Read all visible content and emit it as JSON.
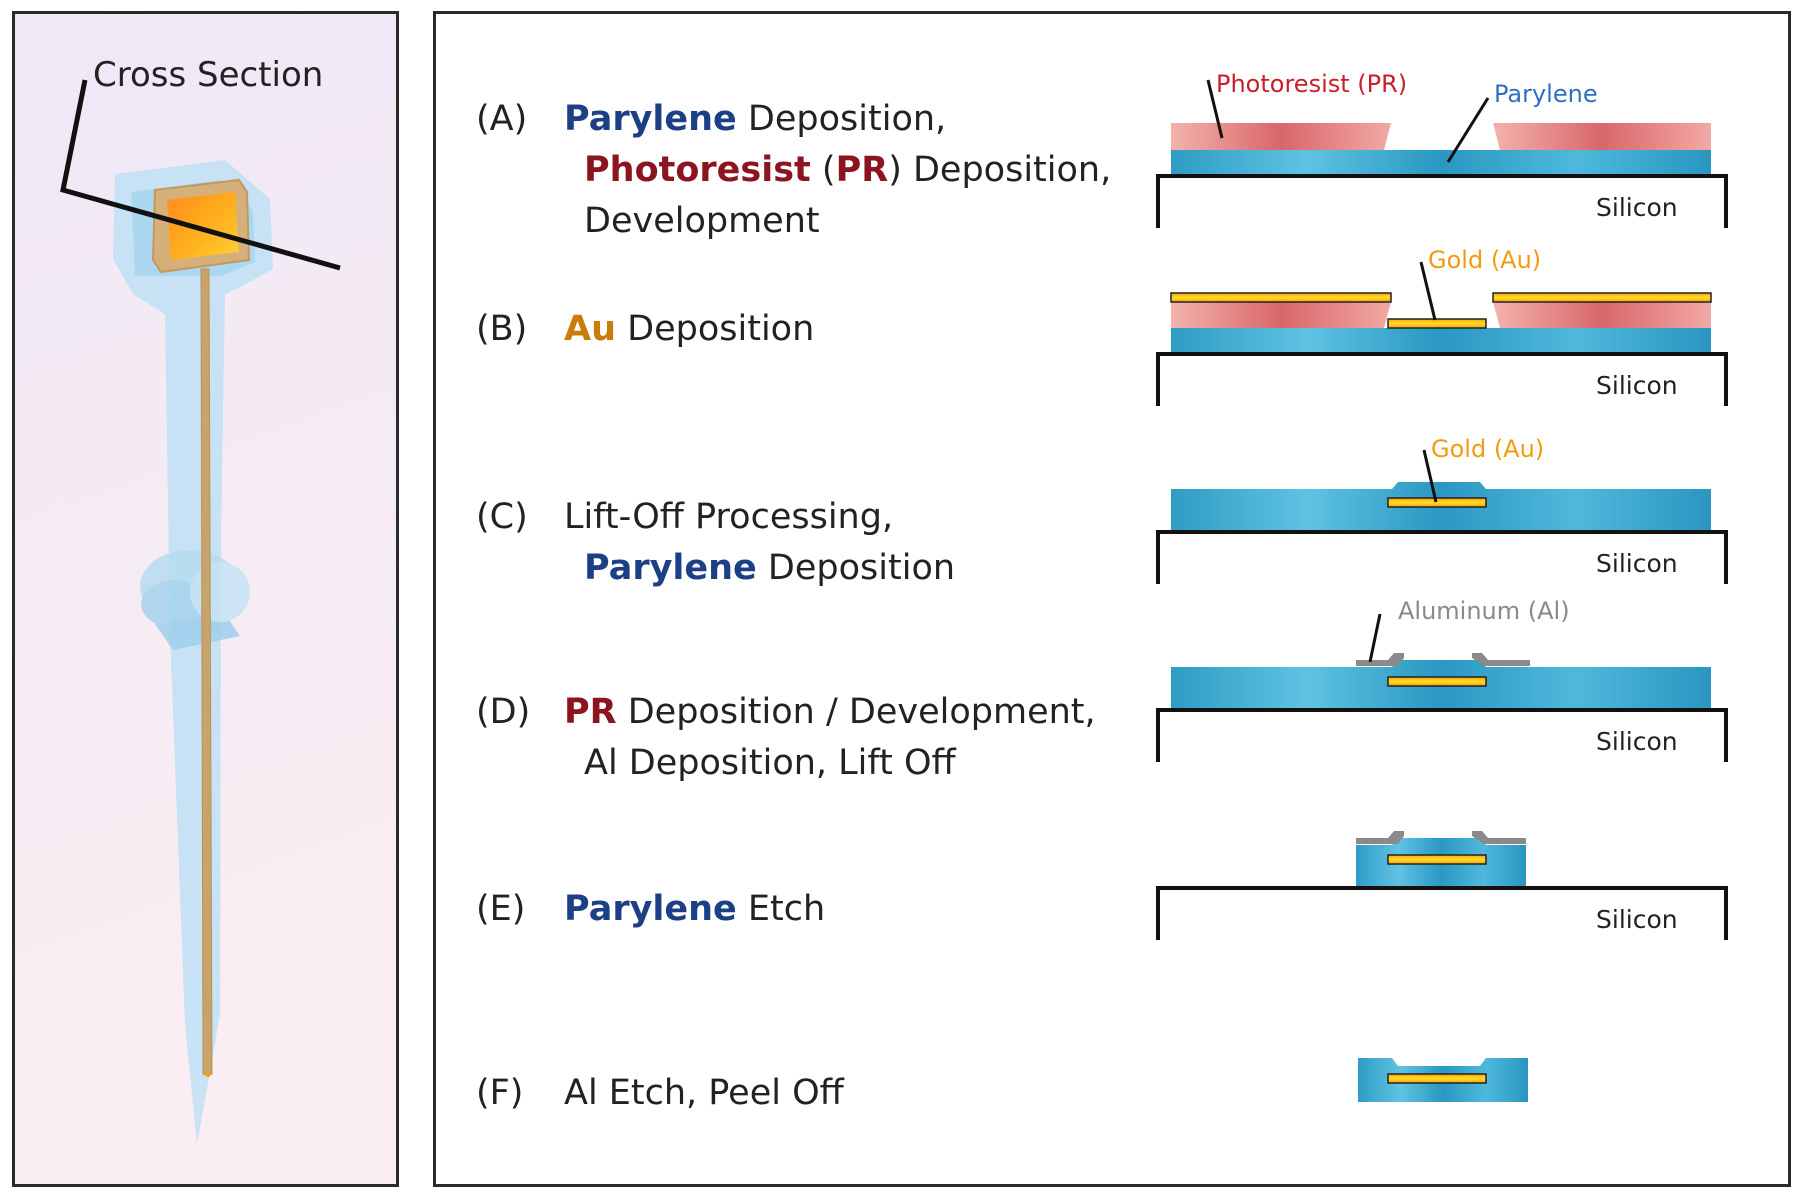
{
  "probe": {
    "cross_section_label": "Cross Section"
  },
  "steps": [
    {
      "letter": "(A)",
      "lines": [
        [
          {
            "text": "Parylene",
            "style": "par"
          },
          {
            "text": " Deposition,",
            "style": "plain"
          }
        ],
        [
          {
            "text": "Photoresist",
            "style": "pr"
          },
          {
            "text": " (",
            "style": "plain"
          },
          {
            "text": "PR",
            "style": "pr"
          },
          {
            "text": ") Deposition,",
            "style": "plain"
          }
        ],
        [
          {
            "text": "Development",
            "style": "plain"
          }
        ]
      ]
    },
    {
      "letter": "(B)",
      "lines": [
        [
          {
            "text": "Au",
            "style": "au"
          },
          {
            "text": " Deposition",
            "style": "plain"
          }
        ]
      ]
    },
    {
      "letter": "(C)",
      "lines": [
        [
          {
            "text": "Lift-Off Processing,",
            "style": "plain"
          }
        ],
        [
          {
            "text": "Parylene",
            "style": "par"
          },
          {
            "text": " Deposition",
            "style": "plain"
          }
        ]
      ]
    },
    {
      "letter": "(D)",
      "lines": [
        [
          {
            "text": "PR",
            "style": "pr"
          },
          {
            "text": " Deposition / Development,",
            "style": "plain"
          }
        ],
        [
          {
            "text": "Al Deposition, Lift Off",
            "style": "plain"
          }
        ]
      ]
    },
    {
      "letter": "(E)",
      "lines": [
        [
          {
            "text": "Parylene",
            "style": "par"
          },
          {
            "text": " Etch",
            "style": "plain"
          }
        ]
      ]
    },
    {
      "letter": "(F)",
      "lines": [
        [
          {
            "text": "Al Etch, Peel Off",
            "style": "plain"
          }
        ]
      ]
    }
  ],
  "callouts": {
    "photoresist": "Photoresist (PR)",
    "parylene": "Parylene",
    "gold_b": "Gold (Au)",
    "gold_c": "Gold (Au)",
    "aluminum": "Aluminum (Al)"
  },
  "substrate_label": "Silicon",
  "colors": {
    "parylene": "#3aa9cc",
    "photoresist": "#e58585",
    "gold": "#f2b01a",
    "aluminum": "#8a8a8a",
    "label_parylene": "#1d3f86",
    "label_pr": "#8b1420",
    "label_au": "#c97c0a",
    "callout_pr": "#c8202a",
    "callout_parylene": "#2f6fc1",
    "callout_gold": "#f29a12",
    "callout_al": "#8a8a8a"
  }
}
